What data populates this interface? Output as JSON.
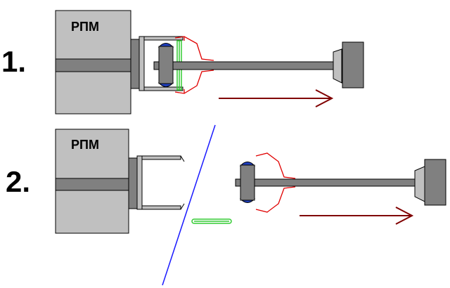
{
  "diagram": {
    "steps": [
      {
        "number": "1.",
        "block_label": "РПМ"
      },
      {
        "number": "2.",
        "block_label": "РПМ"
      }
    ]
  },
  "colors": {
    "background": "#ffffff",
    "housing": "#c0c0c0",
    "band": "#808080",
    "rod": "#808080",
    "outline": "#000000",
    "bearing_cap": "#1f3fbf",
    "claw": "#e00000",
    "arrow": "#800000",
    "spring": "#33cc33",
    "split_line": "#1a1aff"
  }
}
